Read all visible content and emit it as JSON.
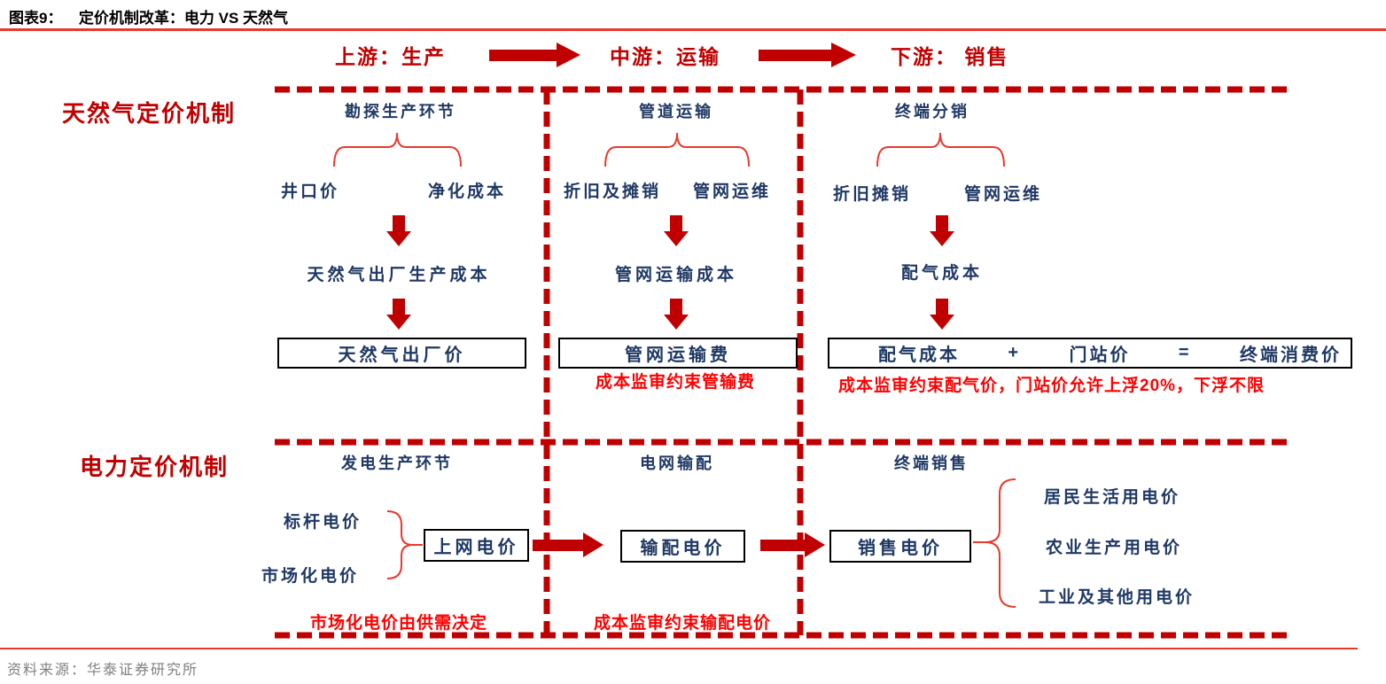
{
  "title": {
    "figure_label": "图表9：",
    "text": "定价机制改革：电力 VS 天然气"
  },
  "header": {
    "upstream": "上游：生产",
    "midstream": "中游：运输",
    "downstream": "下游： 销售"
  },
  "gas": {
    "section_label": "天然气定价机制",
    "col1": {
      "header": "勘探生产环节",
      "item1": "井口价",
      "item2": "净化成本",
      "mid": "天然气出厂生产成本",
      "box": "天然气出厂价"
    },
    "col2": {
      "header": "管道运输",
      "item1": "折旧及摊销",
      "item2": "管网运维",
      "mid": "管网运输成本",
      "box": "管网运输费",
      "note": "成本监审约束管输费"
    },
    "col3": {
      "header": "终端分销",
      "item1": "折旧摊销",
      "item2": "管网运维",
      "mid": "配气成本",
      "box_part1": "配气成本",
      "box_plus": "+",
      "box_part2": "门站价",
      "box_eq": "=",
      "box_part3": "终端消费价",
      "note": "成本监审约束配气价，门站价允许上浮20%，下浮不限"
    }
  },
  "power": {
    "section_label": "电力定价机制",
    "col1": {
      "header": "发电生产环节",
      "item1": "标杆电价",
      "item2": "市场化电价",
      "box": "上网电价",
      "note": "市场化电价由供需决定"
    },
    "col2": {
      "header": "电网输配",
      "box": "输配电价",
      "note": "成本监审约束输配电价"
    },
    "col3": {
      "header": "终端销售",
      "box": "销售电价",
      "item1": "居民生活用电价",
      "item2": "农业生产用电价",
      "item3": "工业及其他用电价"
    }
  },
  "source": "资料来源：华泰证券研究所",
  "colors": {
    "dark_red": "#c00000",
    "bright_red": "#fe0000",
    "navy": "#1f3864",
    "line_red": "#e8392b"
  }
}
